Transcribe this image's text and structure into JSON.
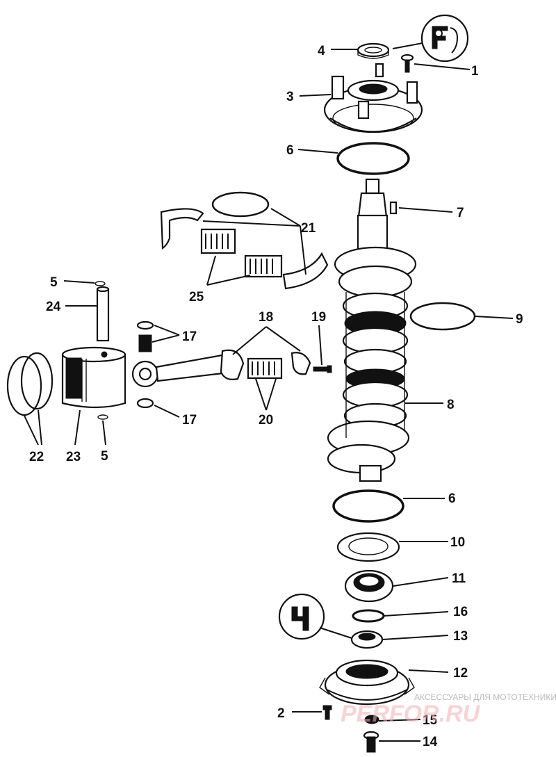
{
  "diagram": {
    "callouts": {
      "c1": "1",
      "c2": "2",
      "c3": "3",
      "c4": "4",
      "c5a": "5",
      "c5b": "5",
      "c6a": "6",
      "c6b": "6",
      "c7": "7",
      "c8": "8",
      "c9": "9",
      "c10": "10",
      "c11": "11",
      "c12": "12",
      "c13": "13",
      "c14": "14",
      "c15": "15",
      "c16": "16",
      "c17a": "17",
      "c17b": "17",
      "c18": "18",
      "c19": "19",
      "c20": "20",
      "c21": "21",
      "c22": "22",
      "c23": "23",
      "c24": "24",
      "c25": "25"
    },
    "badges": {
      "top": "F",
      "bottom": "4"
    },
    "watermark": {
      "caption": "АКСЕССУАРЫ ДЛЯ МОТОТЕХНИКИ",
      "brand": "PERFOR.RU"
    }
  }
}
